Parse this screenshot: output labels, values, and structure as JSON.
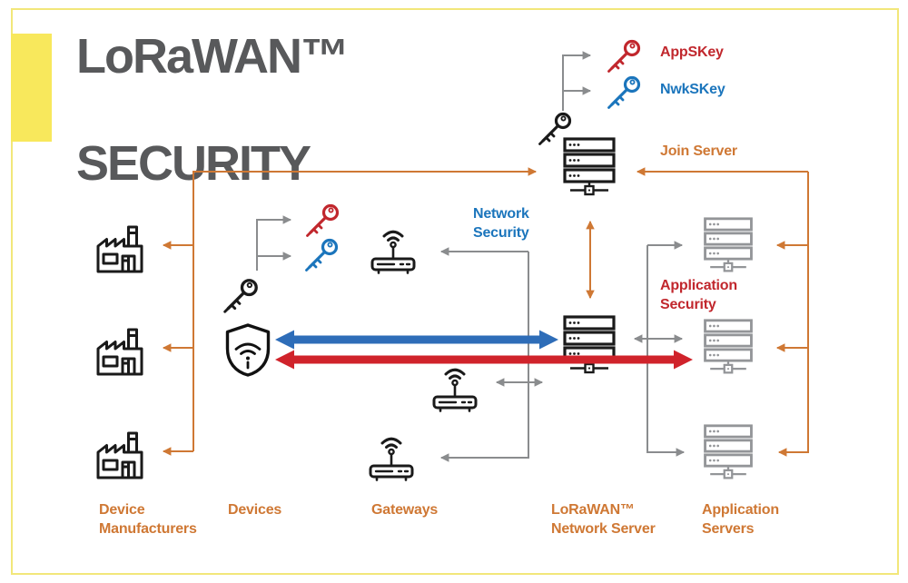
{
  "title": {
    "line1": "LoRaWAN™",
    "line2": "SECURITY"
  },
  "keys_legend": {
    "appskey": "AppSKey",
    "nwkskey": "NwkSKey"
  },
  "annotations": {
    "join_server": "Join Server",
    "network_security": "Network Security",
    "application_security": "Application Security"
  },
  "column_labels": {
    "device_manufacturers": "Device Manufacturers",
    "devices": "Devices",
    "gateways": "Gateways",
    "lorawan_network_server": "LoRaWAN™ Network Server",
    "application_servers": "Application Servers"
  },
  "colors": {
    "accent_yellow_block": "#f8e85c",
    "frame_border_yellow": "#f2e77a",
    "title_gray": "#58595b",
    "orange_connectors_and_labels": "#cf7834",
    "gray_connectors": "#8a8c8e",
    "red_key_and_labels": "#c1272d",
    "blue_key_and_labels": "#1b75bc",
    "thick_arrow_blue": "#2e6db8",
    "thick_arrow_red": "#d0232b",
    "app_server_icon_gray": "#939598",
    "black_icons": "#1a1a1a"
  },
  "icons": {
    "factory": "factory-icon",
    "key": "key-icon",
    "shield_wifi": "shield-wifi-icon",
    "gateway": "router-icon",
    "server": "server-rack-icon"
  }
}
